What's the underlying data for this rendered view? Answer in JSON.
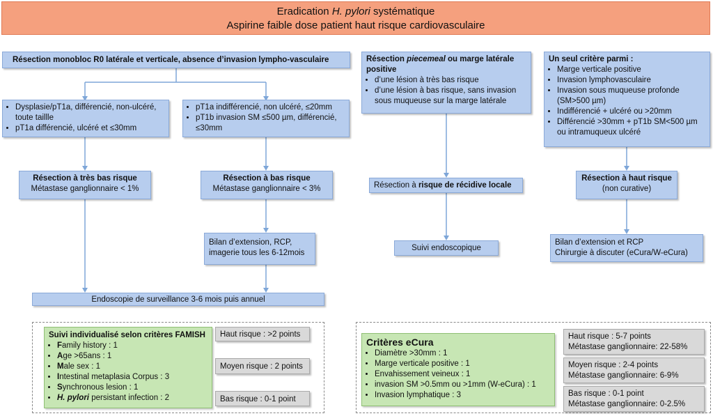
{
  "title": {
    "line1_pre": "Eradication ",
    "line1_em": "H. pylori",
    "line1_post": " systématique",
    "line2": "Aspirine faible dose patient haut risque cardiovasculaire"
  },
  "col1": {
    "header": "Résection monobloc R0 latérale et verticale, absence d’invasion lympho-vasculaire",
    "left": {
      "items": [
        "Dysplasie/pT1a, différencié, non-ulcéré, toute taillle",
        "pT1a différencié, ulcéré et ≤30mm"
      ],
      "result_title": "Résection à très bas risque",
      "result_sub": "Métastase ganglionnaire < 1%"
    },
    "right": {
      "items": [
        "pT1a indifférencié, non ulcéré, ≤20mm",
        "pT1b invasion SM ≤500 µm, différencié, ≤30mm"
      ],
      "result_title": "Résection à bas risque",
      "result_sub": "Métastase ganglionnaire < 3%",
      "followup_lines": [
        "Bilan d’extension, RCP,",
        "imagerie tous les 6-12mois"
      ]
    },
    "surveillance": "Endoscopie de surveillance 3-6 mois puis annuel"
  },
  "col2": {
    "header_pre": "Résection ",
    "header_em": "piecemeal",
    "header_post": " ou marge latérale positive",
    "items": [
      "d’une lésion à très bas risque",
      "d’une lésion à bas risque, sans invasion sous muqueuse sur la marge latérale"
    ],
    "result_pre": "Résection à ",
    "result_bold": "risque de récidive locale",
    "followup": "Suivi endoscopique"
  },
  "col3": {
    "header": "Un seul critère parmi :",
    "items": [
      "Marge verticale positive",
      "Invasion lymphovasculaire",
      "Invasion sous muqueuse profonde (SM>500 µm)",
      "Indifférencié + ulcéré  ou >20mm",
      "Différencié >30mm + pT1b SM<500 µm ou intramuqueux ulcéré"
    ],
    "result_title": "Résection à haut risque",
    "result_sub": "(non curative)",
    "followup_lines": [
      "Bilan d’extension et RCP",
      "Chirurgie à discuter (eCura/W-eCura)"
    ]
  },
  "famish": {
    "title": "Suivi individualisé selon critères FAMISH",
    "items": [
      {
        "b": "F",
        "rest": "amily history : 1"
      },
      {
        "b": "A",
        "rest": "ge >65ans : 1"
      },
      {
        "b": "M",
        "rest": "ale sex : 1"
      },
      {
        "b": "I",
        "rest": "ntestinal metaplasia Corpus : 3"
      },
      {
        "b": "S",
        "rest": "ynchronous lesion : 1"
      },
      {
        "b": "H. pylori",
        "rest": " persistant infection : 2"
      }
    ],
    "risks": [
      "Haut risque : >2 points",
      "Moyen risque : 2 points",
      "Bas risque : 0-1 point"
    ]
  },
  "ecura": {
    "title": "Critères eCura",
    "items": [
      "Diamètre >30mm : 1",
      "Marge verticale positive : 1",
      "Envahissement veineux : 1",
      "invasion SM >0.5mm ou >1mm (W-eCura) : 1",
      "Invasion lymphatique : 3"
    ],
    "risks": [
      {
        "l1": "Haut risque : 5-7 points",
        "l2": "Métastase ganglionnaire: 22-58%"
      },
      {
        "l1": "Moyen risque : 2-4 points",
        "l2": "Métastase ganglionnaire: 6-9%"
      },
      {
        "l1": "Bas risque : 0-1 point",
        "l2": "Métastase ganglionnaire: 0-2.5%"
      }
    ]
  },
  "colors": {
    "title_bg": "#f5a07e",
    "box_bg": "#b7cdee",
    "green_bg": "#c7e6b4",
    "grey_bg": "#d9d9d9",
    "line": "#7ea6d8"
  }
}
